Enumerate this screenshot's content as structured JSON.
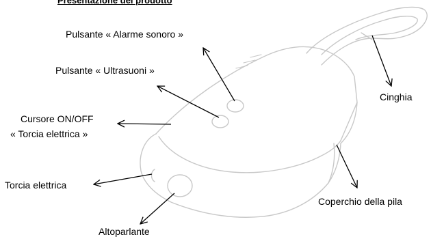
{
  "title": "Presentazione del prodotto",
  "labels": {
    "alarm_button": "Pulsante « Alarme sonoro »",
    "ultrasound_button": "Pulsante « Ultrasuoni »",
    "torch_slider_line1": "Cursore ON/OFF",
    "torch_slider_line2": "«  Torcia elettrica »",
    "torch": "Torcia elettrica",
    "speaker": "Altoparlante",
    "strap": "Cinghia",
    "battery_cover": "Coperchio della pila"
  },
  "colors": {
    "outline": "#c8c8c8",
    "arrow": "#000000",
    "text": "#000000"
  }
}
